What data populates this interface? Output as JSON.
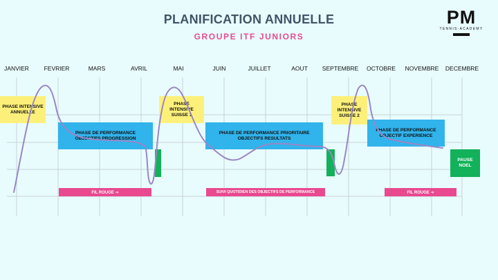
{
  "header": {
    "title": "PLANIFICATION ANNUELLE",
    "subtitle": "GROUPE ITF JUNIORS"
  },
  "logo": {
    "mark": "PM",
    "tagline": "TENNIS-ACADEMY"
  },
  "months": [
    "JANVIER",
    "FEVRIER",
    "MARS",
    "AVRIL",
    "MAI",
    "JUIN",
    "JUILLET",
    "AOUT",
    "SEPTEMBRE",
    "OCTOBRE",
    "NOVEMBRE",
    "DECEMBRE"
  ],
  "phases": {
    "intensive_annuelle": "PHASE INTENSIVE\nANNUELLE",
    "performance_progression": "PHASE DE PERFORMANCE\nOBJECTIFS PROGRESSION",
    "intensive_suisse1": "PHASE\nINTENSIVE\nSUISSE 1",
    "performance_prioritaire": "PHASE DE PERFORMANCE PRIORITAIRE\nOBJECTIFS RESULTATS",
    "intensive_suisse2": "PHASE\nINTENSIVE\nSUISSE 2",
    "performance_experience": "PHASE DE PERFORMANCE\nOBJECTIF EXPERIENCE",
    "pause_noel": "PAUSE\nNOEL"
  },
  "bars": {
    "fil_rouge_1": "FIL ROUGE ➔",
    "suivi": "SUIVI QUOTIDIEN DES OBJECTIFS DE PERFORMANCE",
    "fil_rouge_2": "FIL ROUGE ➔"
  },
  "colors": {
    "background": "#e8fcfd",
    "title": "#3f5566",
    "accent_pink": "#e8498f",
    "phase_yellow": "#fdf07a",
    "phase_blue": "#31b3ec",
    "phase_green": "#12b15a",
    "intensity_curve": "#9a86c6"
  }
}
